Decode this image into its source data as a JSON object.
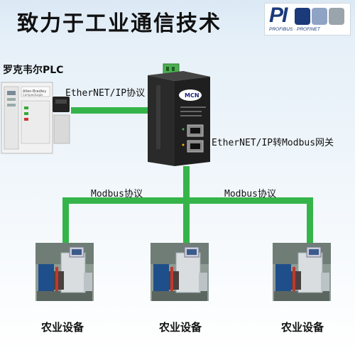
{
  "header": {
    "title": "致力于工业通信技术",
    "logo": {
      "mark": "PI",
      "tagline": "PROFIBUS · PROFINET"
    }
  },
  "nodes": {
    "plc": {
      "label": "罗克韦尔PLC",
      "brand": "Allen-Bradley",
      "model": "CompactLogix"
    },
    "gateway": {
      "label": "EtherNET/IP转Modbus网关",
      "brand": "MCN"
    },
    "devices": [
      {
        "label": "农业设备"
      },
      {
        "label": "农业设备"
      },
      {
        "label": "农业设备"
      }
    ]
  },
  "links": {
    "plc_to_gateway": "EtherNET/IP协议",
    "bus_left": "Modbus协议",
    "bus_right": "Modbus协议"
  },
  "colors": {
    "wire": "#35b44a",
    "logo_squares": [
      "#1a3a7a",
      "#8fa4c4",
      "#9aa4ad"
    ]
  }
}
